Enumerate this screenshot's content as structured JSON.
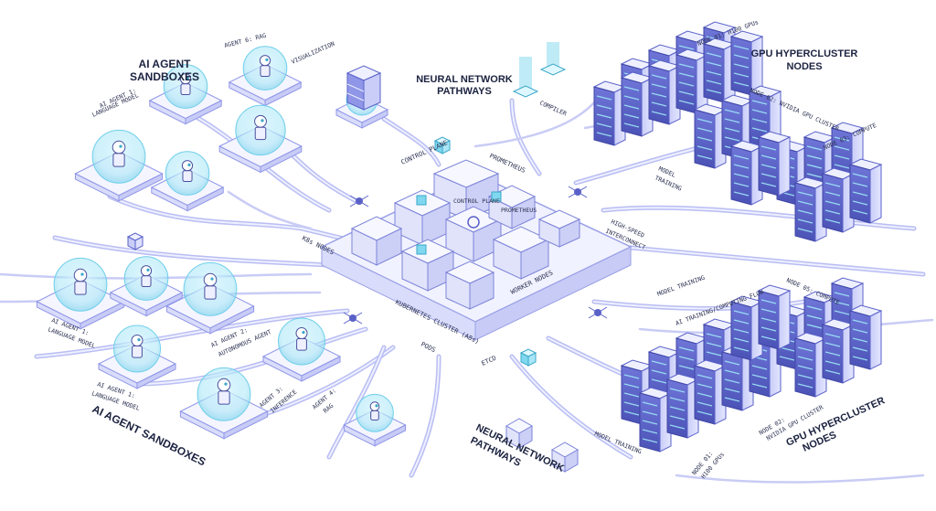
{
  "titles": {
    "sandbox_top": [
      "AI AGENT",
      "SANDBOXES"
    ],
    "sandbox_bottom": "AI AGENT SANDBOXES",
    "neural_top": [
      "NEURAL NETWORK",
      "PATHWAYS"
    ],
    "neural_bottom": [
      "NEURAL NETWORK",
      "PATHWAYS"
    ],
    "gpu_top": [
      "GPU HYPERCLUSTER",
      "NODES"
    ],
    "gpu_bottom": [
      "GPU HYPERCLUSTER",
      "NODES"
    ]
  },
  "cluster": {
    "label": "KUBERNETES CLUSTER (A8s)",
    "worker_nodes": "WORKER NODES",
    "control_plane": "CONTROL PLANE",
    "prometheus": "PROMETHEUS",
    "k8s_nodes": "K8s NODES",
    "pods": "PODS",
    "etcd": "ETCD",
    "inner_control": "CONTROL PLANE",
    "inner_prom": "PROMETHEUS"
  },
  "agent_labels": {
    "agent1_top": [
      "AI AGENT 1:",
      "LANGUAGE MODEL"
    ],
    "agent6": "AGENT 6: RAG",
    "visualization": "VISUALIZATION",
    "agent1_left": [
      "AI AGENT 1:",
      "LANGUAGE MODEL"
    ],
    "agent2": [
      "AI AGENT 2:",
      "AUTONOMOUS AGENT"
    ],
    "agent1_bottom": [
      "AI AGENT 1:",
      "LANGUAGE MODEL"
    ],
    "agent3": [
      "AGENT 3:",
      "INFERENCE"
    ],
    "agent4": [
      "AGENT 4:",
      "RAG"
    ]
  },
  "flow_labels": {
    "compiler": "COMPILER",
    "model_training_top": [
      "MODEL",
      "TRAINING"
    ],
    "interconnect": [
      "HIGH-SPEED",
      "INTERCONNECT"
    ],
    "model_training_mid": "MODEL TRAINING",
    "computing_flow": "AI TRAINING/COMPUTING FLOW",
    "model_training_bottom": "MODEL TRAINING"
  },
  "gpu_labels": {
    "node1_top": "NODE 01: H100 GPUs",
    "node2": "NODE 02: NVIDIA GPU CLUSTER",
    "node3": "NODE 03: COMPUTE",
    "node5": "NODE 05: COMPUTE",
    "node2_bottom": [
      "NODE 02:",
      "NVIDIA GPU CLUSTER"
    ],
    "node1_bottom": [
      "NODE 01:",
      "H100 GPUs"
    ]
  },
  "colors": {
    "pipe": "#b9bdf3",
    "server": "#5a61c8",
    "server_light": "#8f96e8",
    "glow": "#7fd8ef",
    "platform": "#eef0ff"
  }
}
